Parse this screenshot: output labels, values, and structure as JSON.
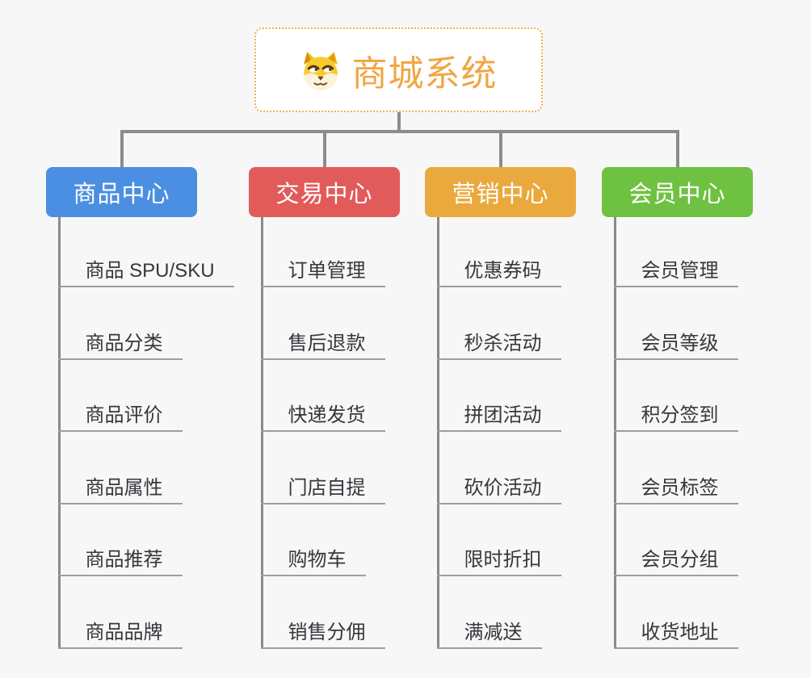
{
  "root": {
    "title": "商城系统",
    "icon": "shiba-dog-icon",
    "accent_color": "#F0A643",
    "border_color": "#F0B04F",
    "background": "#FFFFFF"
  },
  "canvas": {
    "background": "#F7F7F7",
    "connector_color": "#8C8C8C",
    "leaf_underline_color": "#9E9E9E",
    "leaf_text_color": "#35383C"
  },
  "branches": [
    {
      "label": "商品中心",
      "color": "#4B8FE2",
      "items": [
        "商品 SPU/SKU",
        "商品分类",
        "商品评价",
        "商品属性",
        "商品推荐",
        "商品品牌"
      ]
    },
    {
      "label": "交易中心",
      "color": "#E25B5B",
      "items": [
        "订单管理",
        "售后退款",
        "快递发货",
        "门店自提",
        "购物车",
        "销售分佣"
      ]
    },
    {
      "label": "营销中心",
      "color": "#EAA93D",
      "items": [
        "优惠券码",
        "秒杀活动",
        "拼团活动",
        "砍价活动",
        "限时折扣",
        "满减送"
      ]
    },
    {
      "label": "会员中心",
      "color": "#6FC142",
      "items": [
        "会员管理",
        "会员等级",
        "积分签到",
        "会员标签",
        "会员分组",
        "收货地址"
      ]
    }
  ]
}
